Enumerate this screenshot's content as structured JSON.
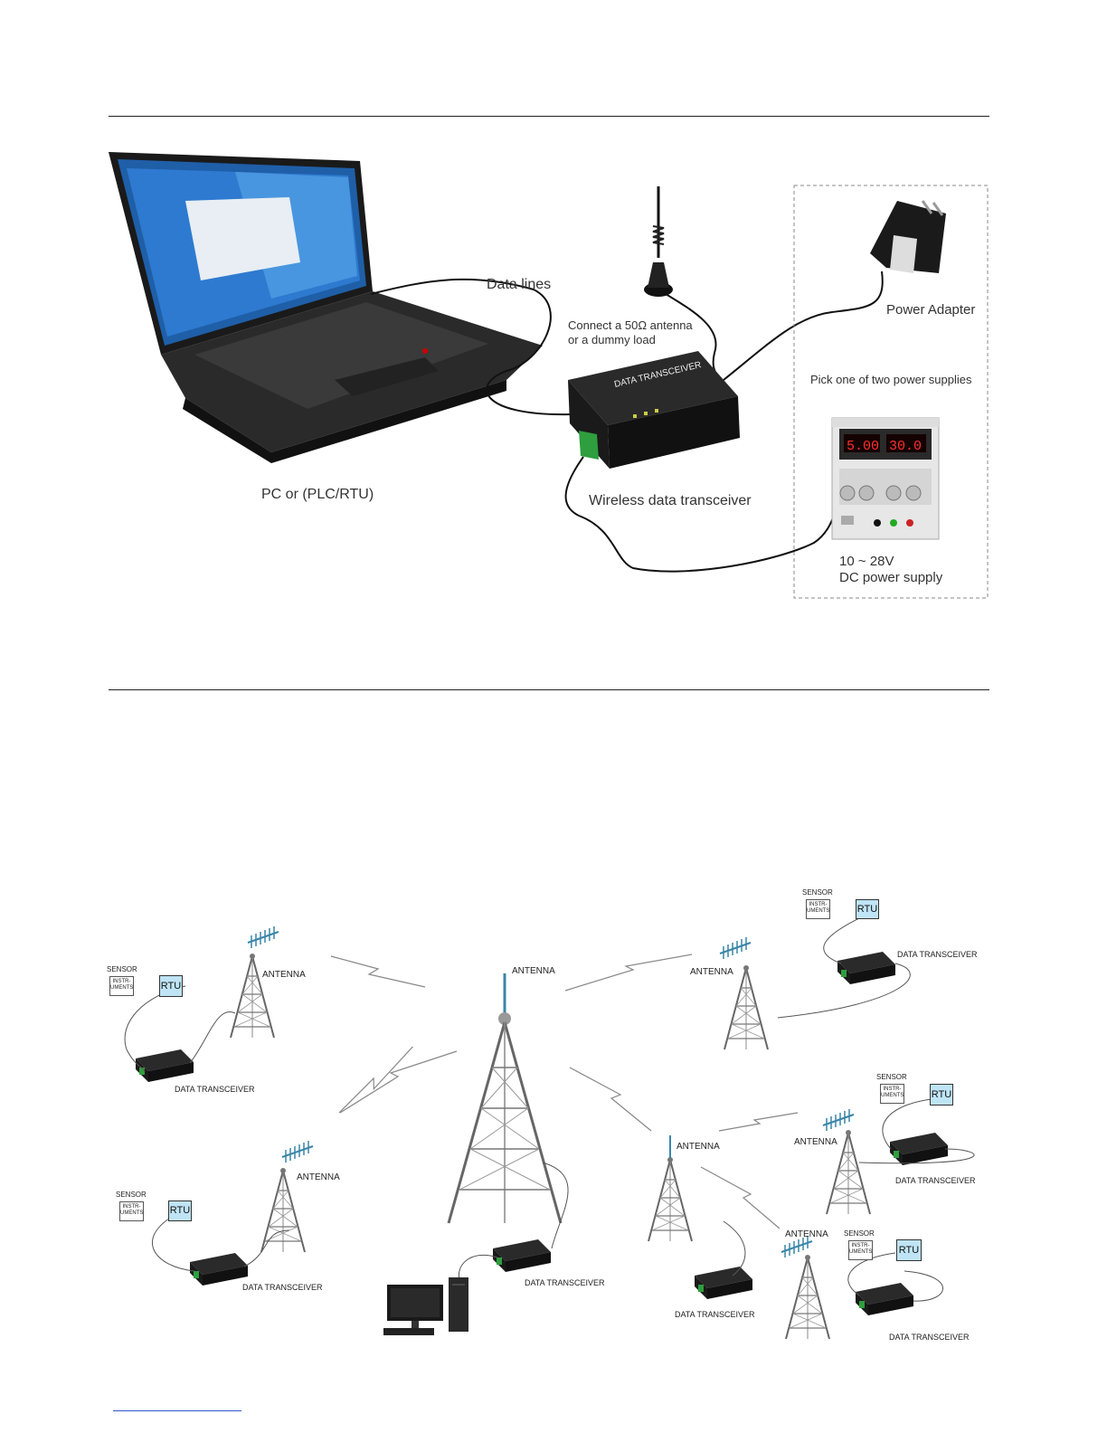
{
  "figure1": {
    "labels": {
      "data_lines": "Data lines",
      "antenna_note_line1": "Connect a 50Ω antenna",
      "antenna_note_line2": "or a dummy load",
      "power_adapter": "Power Adapter",
      "pick_one": "Pick one of two power supplies",
      "pc": "PC or (PLC/RTU)",
      "transceiver": "Wireless data transceiver",
      "dc_line1": "10 ~ 28V",
      "dc_line2": "DC power supply",
      "device_text": "DATA TRANSCEIVER",
      "display_left": "5.00",
      "display_right": "30.0"
    }
  },
  "figure2": {
    "antenna": "ANTENNA",
    "data_transceiver": "DATA TRANSCEIVER",
    "sensor": "SENSOR",
    "instruments": "INSTR-UMENTS",
    "rtu": "RTU"
  }
}
